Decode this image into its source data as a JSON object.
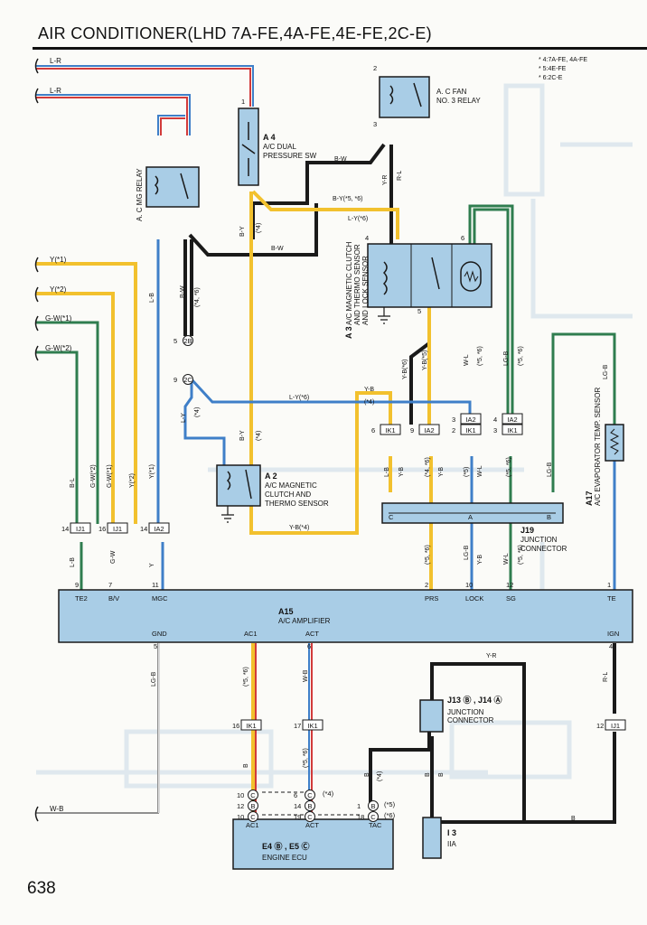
{
  "title": "AIR CONDITIONER(LHD 7A-FE,4A-FE,4E-FE,2C-E)",
  "page_number": "638",
  "colors": {
    "blue_box": "#a9cde6",
    "yellow_wire": "#f2c12e",
    "green_wire": "#2f7d4f",
    "blue_wire": "#3f7fc8",
    "red_wire": "#d23b3b",
    "black_wire": "#1a1a1a",
    "white_wire": "#d8d8d8",
    "ghost": "#c9d9e6"
  },
  "notes": [
    "* 4:7A-FE, 4A-FE",
    "* 5:4E-FE",
    "* 6:2C-E"
  ],
  "input_wires": [
    "L-R",
    "L-R",
    "Y(*1)",
    "Y(*2)",
    "G-W(*1)",
    "G-W(*2)",
    "W-B"
  ],
  "components": {
    "a4": {
      "id": "A 4",
      "name1": "A/C DUAL",
      "name2": "PRESSURE SW"
    },
    "fan_relay": {
      "name1": "A. C FAN",
      "name2": "NO. 3 RELAY"
    },
    "mg_relay": {
      "name": "A. C MG RELAY"
    },
    "a3": {
      "id": "A 3",
      "name1": "A/C MAGNETIC CLUTCH",
      "name2": "AND THERMO SENSOR",
      "name3": "AND LOCK SENSOR"
    },
    "a2": {
      "id": "A 2",
      "name1": "A/C MAGNETIC",
      "name2": "CLUTCH AND",
      "name3": "THERMO SENSOR"
    },
    "a17": {
      "id": "A17",
      "name": "A/C EVAPORATOR TEMP. SENSOR"
    },
    "j19": {
      "id": "J19",
      "name1": "JUNCTION",
      "name2": "CONNECTOR"
    },
    "a15": {
      "id": "A15",
      "name": "A/C AMPLIFIER"
    },
    "j13": {
      "id": "J13 Ⓑ , J14 Ⓐ",
      "name1": "JUNCTION",
      "name2": "CONNECTOR"
    },
    "i3": {
      "id": "I 3",
      "name": "IIA"
    },
    "e4": {
      "id": "E4 Ⓑ , E5 Ⓒ",
      "name": "ENGINE ECU"
    }
  },
  "amplifier_pins_top": [
    {
      "num": "9",
      "label": "TE2"
    },
    {
      "num": "7",
      "label": "B/V"
    },
    {
      "num": "11",
      "label": "MGC"
    },
    {
      "num": "2",
      "label": "PRS"
    },
    {
      "num": "10",
      "label": "LOCK"
    },
    {
      "num": "12",
      "label": "SG"
    },
    {
      "num": "1",
      "label": "TE"
    }
  ],
  "amplifier_pins_bottom": [
    {
      "num": "5",
      "label": "GND"
    },
    {
      "num": "",
      "label": "AC1"
    },
    {
      "num": "6",
      "label": "ACT"
    },
    {
      "num": "4",
      "label": "IGN"
    }
  ],
  "wire_labels": [
    "B-W",
    "B-Y(*5, *6)",
    "L-Y(*6)",
    "B-W",
    "B-Y",
    "(*4)",
    "L-B",
    "B-W",
    "(*4, *6)",
    "L-Y(*6)",
    "L-Y",
    "(*4)",
    "B-Y",
    "(*4)",
    "Y-B(*4)",
    "Y-B",
    "(*4)",
    "Y-B(*6)",
    "Y-B(*5)",
    "W-L",
    "(*5, *6)",
    "LG-B",
    "(*5, *6)",
    "LG-B",
    "B-L",
    "G-W(*2)",
    "G-W(*1)",
    "Y(*2)",
    "Y(*1)",
    "L-B",
    "G-W",
    "Y",
    "L-B",
    "Y-B",
    "(*4, *6)",
    "Y-B",
    "(*5)",
    "W-L",
    "(*5, *6)",
    "LG-B",
    "(*5, *6)",
    "LG-B",
    "Y-B",
    "W-L",
    "(*5, *6)",
    "LG-B",
    "(*5, *6)",
    "W-B",
    "Y-R",
    "R-L",
    "B",
    "B",
    "B",
    "B",
    "(*4)",
    "B",
    "(*5, *6)",
    "Y-R",
    "R-L",
    "B-W",
    "(*5)"
  ],
  "connectors": [
    {
      "code": "IJ1",
      "pin": "14"
    },
    {
      "code": "IJ1",
      "pin": "16"
    },
    {
      "code": "IA2",
      "pin": "14"
    },
    {
      "code": "IK1",
      "pin": "6"
    },
    {
      "code": "IA2",
      "pin": "9"
    },
    {
      "code": "IA2",
      "pin": "3"
    },
    {
      "code": "IK1",
      "pin": "2"
    },
    {
      "code": "IA2",
      "pin": "4"
    },
    {
      "code": "IK1",
      "pin": "3"
    },
    {
      "code": "IK1",
      "pin": "16"
    },
    {
      "code": "IK1",
      "pin": "17"
    },
    {
      "code": "IJ1",
      "pin": "12"
    },
    {
      "code": "2B",
      "pin": "5"
    },
    {
      "code": "2C",
      "pin": "9"
    }
  ],
  "ecu_pins": [
    {
      "num": "10",
      "c": "C"
    },
    {
      "num": "12",
      "c": "B"
    },
    {
      "num": "10",
      "c": "C"
    },
    {
      "num": "6",
      "c": "C"
    },
    {
      "num": "14",
      "c": "B"
    },
    {
      "num": "19",
      "c": "C"
    },
    {
      "num": "1",
      "c": "B"
    },
    {
      "num": "18",
      "c": "C"
    }
  ],
  "ecu_notes": [
    "(*4)",
    "(*5)",
    "(*6)"
  ],
  "ecu_labels": [
    "AC1",
    "ACT",
    "TAC"
  ],
  "pins_misc": [
    "1",
    "2",
    "3",
    "4",
    "5",
    "6",
    "C",
    "A",
    "B"
  ]
}
